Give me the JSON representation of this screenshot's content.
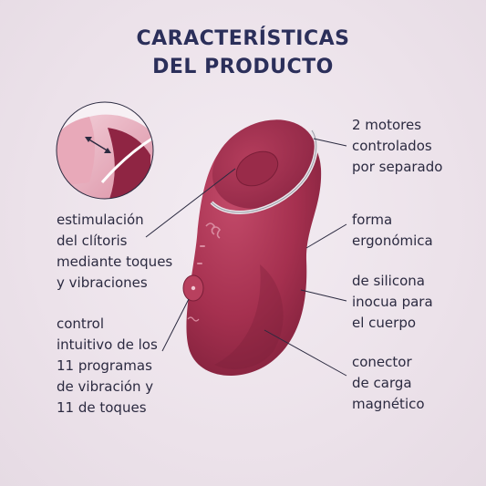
{
  "title": {
    "line1": "CARACTERÍSTICAS",
    "line2": "DEL PRODUCTO"
  },
  "features": {
    "stimulation": [
      "estimulación",
      "del clítoris",
      "mediante toques",
      "y vibraciones"
    ],
    "control": [
      "control",
      "intuitivo de los",
      "11 programas",
      "de vibración y",
      "11 de toques"
    ],
    "motors": [
      "2 motores",
      "controlados",
      "por separado"
    ],
    "shape": [
      "forma",
      "ergonómica"
    ],
    "silicone": [
      "de silicona",
      "inocua para",
      "el cuerpo"
    ],
    "connector": [
      "conector",
      "de carga",
      "magnético"
    ]
  },
  "colors": {
    "background": "#ece2ea",
    "title": "#2b2f5a",
    "text": "#2b2a40",
    "product": "#a8324f",
    "accent_ring": "#e9e6ea"
  },
  "icons": {
    "detail_zoom": "zoom-circle-detail",
    "brand_mark": "brand-logo-icon",
    "control_button": "control-button-icon"
  }
}
